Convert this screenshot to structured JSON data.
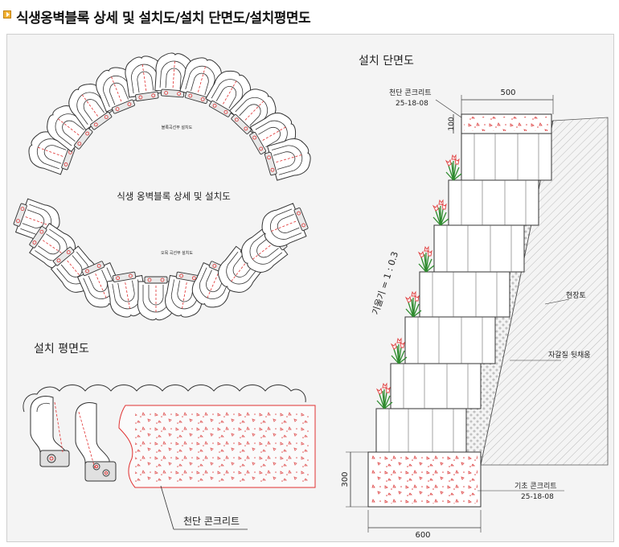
{
  "page_title": "식생옹벽블록 상세 및 설치도/설치 단면도/설치평면도",
  "plan_view": {
    "center_label": "식생 옹벽블록  상세 및 설치도",
    "convex_label": "블록곡선부 설치도",
    "concave_label": "오목 곡선부 설치도"
  },
  "install_plan": {
    "title": "설치 평면도",
    "concrete_label": "천단 콘크리트"
  },
  "section": {
    "title": "설치 단면도",
    "top_concrete": "천단 콘크리트",
    "top_concrete_spec": "25-18-08",
    "dim_top_width": "500",
    "dim_top_height": "100",
    "slope": "기울기 = 1 : 0.3",
    "natural_ground": "현장토",
    "gravel_backfill": "자갈질 뒷채움",
    "base_concrete": "기초 콘크리트",
    "base_concrete_spec": "25-18-08",
    "dim_base_height": "300",
    "dim_base_width": "600"
  }
}
